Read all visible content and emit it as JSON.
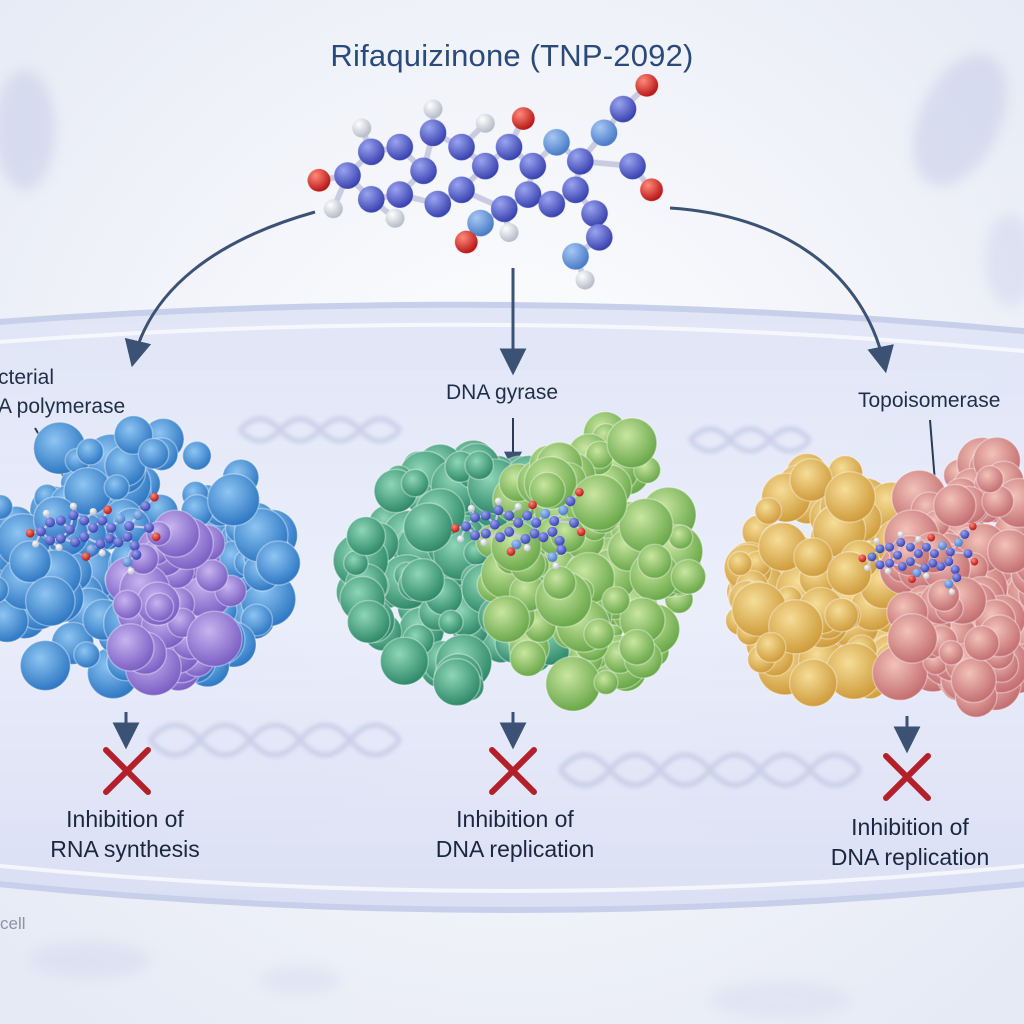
{
  "title": "Rifaquizinone (TNP-2092)",
  "cell_label": "cell",
  "targets": [
    {
      "line1": "cterial",
      "line2": "A polymerase",
      "outcome_line1": "Inhibition of",
      "outcome_line2": "RNA synthesis"
    },
    {
      "line1": "DNA gyrase",
      "outcome_line1": "Inhibition of",
      "outcome_line2": "DNA replication"
    },
    {
      "line1": "Topoisomerase",
      "outcome_line1": "Inhibition of",
      "outcome_line2": "DNA replication"
    }
  ],
  "colors": {
    "title": "#2b4a7c",
    "arrow": "#3c5274",
    "cross": "#b3202a",
    "rna_polymerase": [
      "#4d9be0",
      "#9b7fd9"
    ],
    "dna_gyrase": [
      "#4fae8a",
      "#8fc46a"
    ],
    "topoisomerase": [
      "#e7c064",
      "#e39a8e"
    ],
    "atom_carbon": "#4a57c8",
    "atom_oxygen": "#d52a2a",
    "atom_hydrogen": "#e6e9ef"
  }
}
